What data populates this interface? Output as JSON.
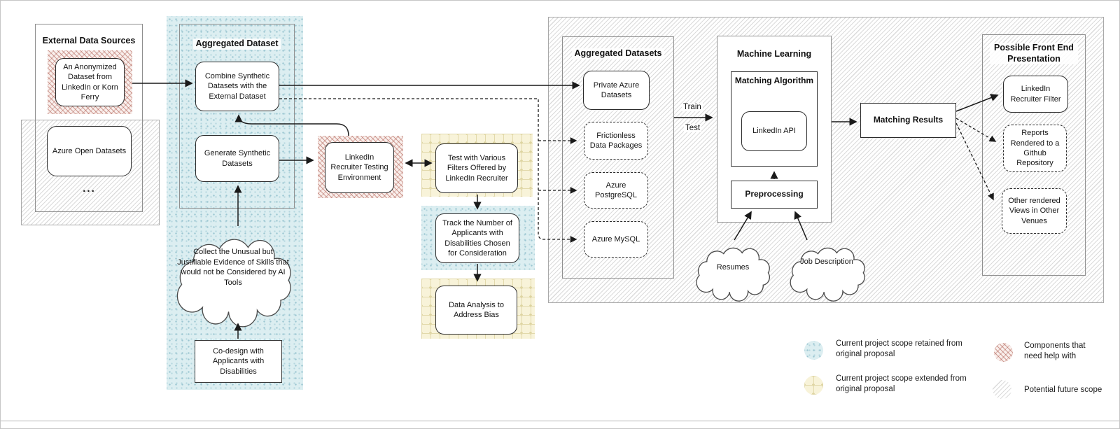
{
  "external": {
    "title": "External Data Sources",
    "anonymized": "An Anonymized Dataset from LinkedIn or Korn Ferry",
    "azure_open": "Azure Open Datasets",
    "ellipsis": "..."
  },
  "aggregated_dataset": {
    "title": "Aggregated Dataset",
    "combine": "Combine Synthetic Datasets with the External Dataset",
    "generate": "Generate Synthetic Datasets",
    "collect_cloud": "Collect the Unusual but Justifiable Evidence of Skills that would not be Considered by AI Tools",
    "codesign": "Co-design with Applicants with Disabilities"
  },
  "testing": {
    "recruiter_env": "LinkedIn Recruiter Testing Environment",
    "test_filters": "Test with Various Filters Offered by LinkedIn Recruiter",
    "track_applicants": "Track the Number of Applicants with Disabilities Chosen for Consideration",
    "data_analysis": "Data Analysis to Address Bias"
  },
  "aggregated_datasets": {
    "title": "Aggregated Datasets",
    "private_azure": "Private Azure Datasets",
    "frictionless": "Frictionless Data Packages",
    "postgresql": "Azure PostgreSQL",
    "mysql": "Azure MySQL"
  },
  "train_label": "Train",
  "test_label": "Test",
  "machine_learning": {
    "title": "Machine Learning",
    "matching_algorithm": "Matching Algorithm",
    "linkedin_api": "LinkedIn API",
    "preprocessing": "Preprocessing",
    "resumes": "Resumes",
    "job_description": "Job Description"
  },
  "matching_results": "Matching Results",
  "front_end": {
    "title": "Possible Front End Presentation",
    "recruiter_filter": "LinkedIn Recruiter Filter",
    "reports_github": "Reports Rendered to a Github Repository",
    "other_views": "Other rendered Views in Other Venues"
  },
  "legend": {
    "items": [
      {
        "pattern": "dots-blue",
        "label": "Current project scope retained from original proposal"
      },
      {
        "pattern": "grid-yellow",
        "label": "Current project scope extended from original proposal"
      },
      {
        "pattern": "hatch-red",
        "label": "Components that need help with"
      },
      {
        "pattern": "hatch-gray",
        "label": "Potential future scope"
      }
    ]
  },
  "colors": {
    "blue_pattern_bg": "#dceef1",
    "blue_pattern_dot": "#9cc6d2",
    "yellow_pattern_bg": "#f8f3d9",
    "yellow_pattern_line": "#e2d9ab",
    "red_hatch_line": "#ab564a",
    "red_hatch_bg": "#f9efec",
    "gray_hatch_line": "#dbdbdb",
    "connector": "#1a1a1a",
    "frame_border": "#8f8f8f"
  }
}
